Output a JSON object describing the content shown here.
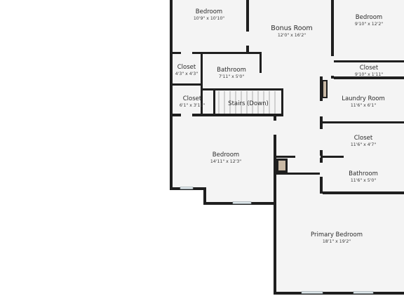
{
  "rooms": [
    {
      "id": "bedroom-top-left",
      "name": "Bedroom",
      "dims": "10'9\" x 10'10\""
    },
    {
      "id": "bonus-room",
      "name": "Bonus Room",
      "dims": "12'0\" x 16'2\""
    },
    {
      "id": "bedroom-top-right",
      "name": "Bedroom",
      "dims": "9'10\" x 12'2\""
    },
    {
      "id": "closet-right-top",
      "name": "Closet",
      "dims": "9'10\" x 1'11\""
    },
    {
      "id": "closet-left-1",
      "name": "Closet",
      "dims": "4'3\" x 4'3\""
    },
    {
      "id": "bathroom-upper",
      "name": "Bathroom",
      "dims": "7'11\" x 5'0\""
    },
    {
      "id": "laundry-room",
      "name": "Laundry Room",
      "dims": "11'6\" x 6'1\""
    },
    {
      "id": "closet-left-2",
      "name": "Closet",
      "dims": "6'1\" x 3'11\""
    },
    {
      "id": "stairs",
      "name": "Stairs (Down)",
      "dims": ""
    },
    {
      "id": "closet-right-mid",
      "name": "Closet",
      "dims": "11'6\" x 4'7\""
    },
    {
      "id": "bedroom-left",
      "name": "Bedroom",
      "dims": "14'11\" x 12'3\""
    },
    {
      "id": "bathroom-lower",
      "name": "Bathroom",
      "dims": "11'6\" x 5'0\""
    },
    {
      "id": "primary-bedroom",
      "name": "Primary Bedroom",
      "dims": "18'1\" x 19'2\""
    }
  ]
}
